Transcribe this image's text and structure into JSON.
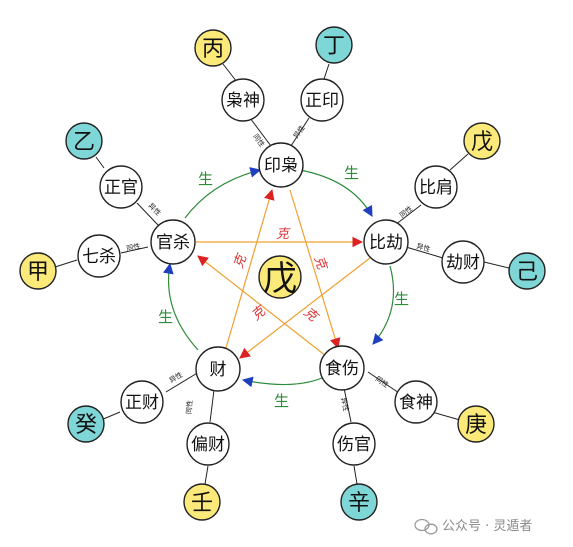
{
  "center": {
    "label": "戊",
    "color": "#fbe97a"
  },
  "colors": {
    "yellow": "#fbe97a",
    "teal": "#7fd6d6",
    "white": "#ffffff",
    "green": "#2e8b3a",
    "orange": "#f0a030",
    "red": "#dd2222",
    "blue": "#1f3fbf"
  },
  "main_nodes": {
    "yinxiao": "印枭",
    "bijie": "比劫",
    "shishang": "食伤",
    "cai": "财",
    "guansha": "官杀"
  },
  "ten_gods": {
    "xiaoshen": "枭神",
    "zhengyin": "正印",
    "bijian": "比肩",
    "jiecai": "劫财",
    "shishen": "食神",
    "shangguan": "伤官",
    "zhengcai": "正财",
    "piancai": "偏财",
    "qisha": "七杀",
    "zhengguan": "正官"
  },
  "stems": {
    "bing": "丙",
    "ding": "丁",
    "wu": "戊",
    "ji": "己",
    "geng": "庚",
    "xin": "辛",
    "gui": "癸",
    "ren": "壬",
    "jia": "甲",
    "yi": "乙"
  },
  "link_labels": {
    "same": "同性",
    "diff": "异性"
  },
  "cycle_labels": {
    "sheng": "生",
    "ke": "克"
  },
  "watermark": "公众号 · 灵遁者"
}
